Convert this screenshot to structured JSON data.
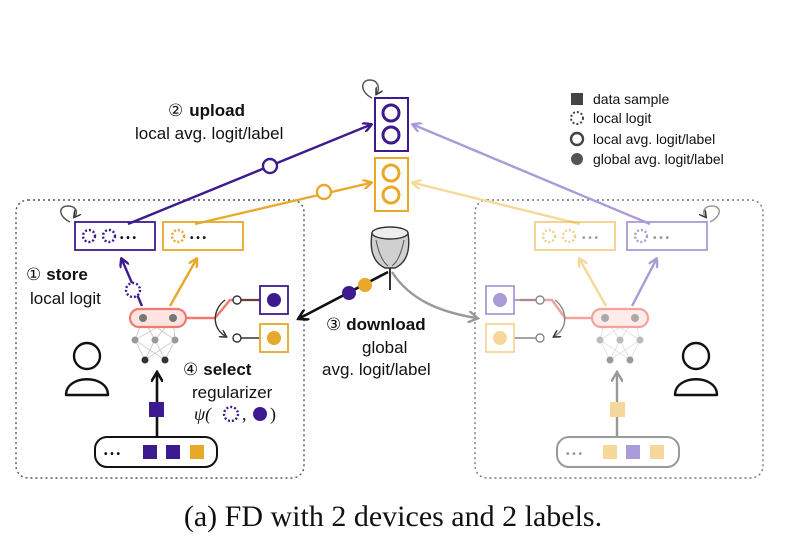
{
  "legend": {
    "data_sample": "data sample",
    "local_logit": "local logit",
    "local_avg": "local avg. logit/label",
    "global_avg": "global avg. logit/label"
  },
  "steps": {
    "upload": {
      "num": "②",
      "title": "upload",
      "sub": "local avg. logit/label"
    },
    "store": {
      "num": "①",
      "title": "store",
      "sub": "local logit"
    },
    "download": {
      "num": "③",
      "title": "download",
      "sub1": "global",
      "sub2": "avg. logit/label"
    },
    "select": {
      "num": "④",
      "title": "select",
      "sub": "regularizer",
      "psi": "ψ(",
      "comma": ",",
      "close": ")"
    }
  },
  "buffer_dots": "• • •",
  "caption": "(a) FD with 2 devices and 2 labels.",
  "colors": {
    "purple": "#3d1a8f",
    "gold": "#e8a82a",
    "purple_light": "#a99bd8",
    "gold_light": "#f5d89a",
    "red": "#f07a6f",
    "gray": "#888888"
  }
}
